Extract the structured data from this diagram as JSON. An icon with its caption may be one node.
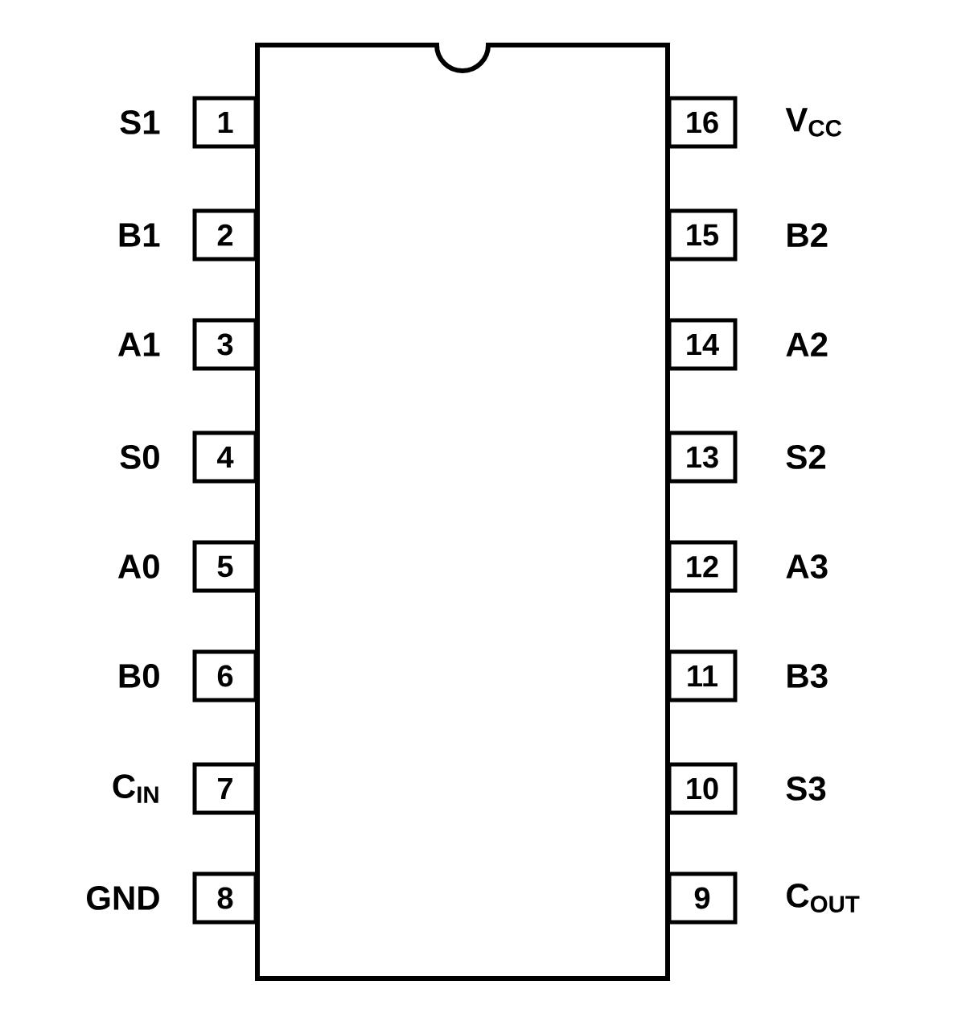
{
  "diagram": {
    "nodes": [
      {
        "text": [],
        "shape": "box"
      },
      {
        "text": [
          "1"
        ],
        "beside": [
          "S1"
        ]
      },
      {
        "text": [
          "2"
        ],
        "beside": [
          "B1"
        ]
      },
      {
        "text": [
          "3"
        ],
        "beside": [
          "A1"
        ]
      },
      {
        "text": [
          "4"
        ],
        "beside": [
          "S0"
        ]
      },
      {
        "text": [
          "5"
        ],
        "beside": [
          "A0"
        ]
      },
      {
        "text": [
          "6"
        ],
        "beside": [
          "B0"
        ]
      },
      {
        "text": [
          "7"
        ],
        "beside": [
          "C$_{IN}$"
        ]
      },
      {
        "text": [
          "8"
        ],
        "beside": [
          "GND"
        ]
      },
      {
        "text": [
          "9"
        ],
        "beside": [
          "C$_{OUT}$"
        ]
      },
      {
        "text": [
          "10"
        ],
        "beside": [
          "S3"
        ]
      },
      {
        "text": [
          "11"
        ],
        "beside": [
          "B3"
        ]
      },
      {
        "text": [
          "12"
        ],
        "beside": [
          "A3"
        ]
      },
      {
        "text": [
          "13"
        ],
        "beside": [
          "S2"
        ]
      },
      {
        "text": [
          "14"
        ],
        "beside": [
          "A2"
        ]
      },
      {
        "text": [
          "15"
        ],
        "beside": [
          "B2"
        ]
      },
      {
        "text": [
          "16"
        ],
        "beside": [
          "V$_{CC}$"
        ]
      }
    ]
  }
}
